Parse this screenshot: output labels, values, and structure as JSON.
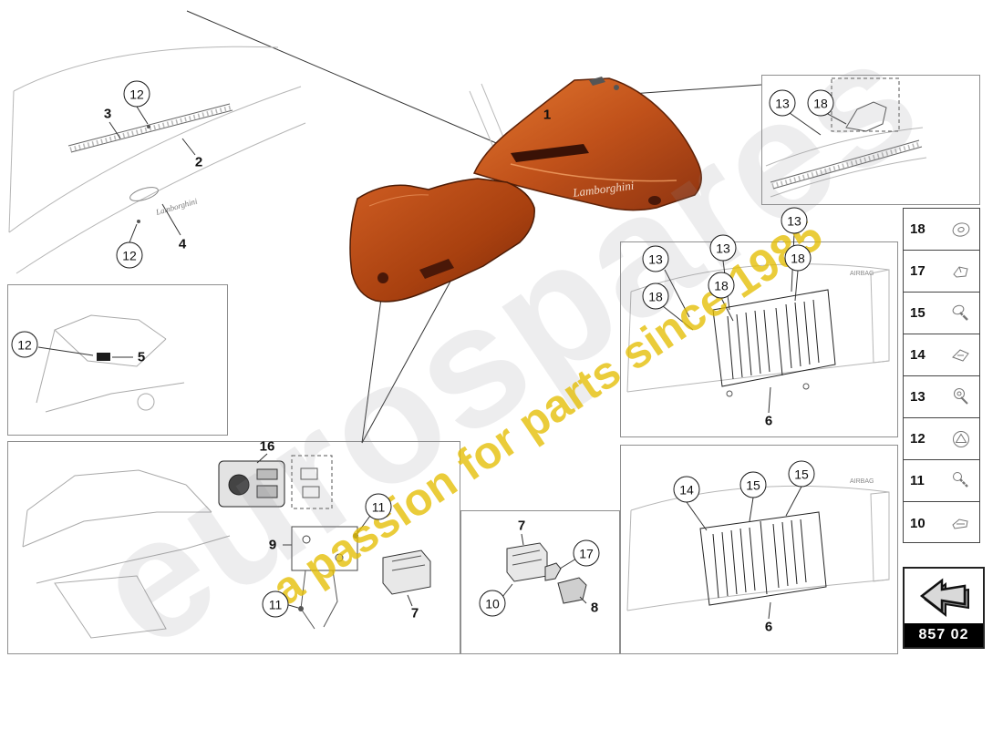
{
  "page": {
    "part_code": "857 02"
  },
  "watermark": {
    "brand": "eurospares",
    "tagline": "a passion for parts since 1985"
  },
  "emblem": {
    "script": "Lamborghini"
  },
  "panel_labels": {
    "airbag": "AIRBAG"
  },
  "legend": {
    "items": [
      {
        "number": "18",
        "icon": "grommet-icon"
      },
      {
        "number": "17",
        "icon": "clip-icon"
      },
      {
        "number": "15",
        "icon": "screw-washer-icon"
      },
      {
        "number": "14",
        "icon": "retainer-clip-icon"
      },
      {
        "number": "13",
        "icon": "nut-fastener-icon"
      },
      {
        "number": "12",
        "icon": "trim-fastener-icon"
      },
      {
        "number": "11",
        "icon": "screw-icon"
      },
      {
        "number": "10",
        "icon": "bracket-clip-icon"
      }
    ]
  },
  "callouts": {
    "main": [
      "1"
    ],
    "top_left_view": [
      "12",
      "3",
      "2",
      "4",
      "12"
    ],
    "left_view": [
      "12",
      "5"
    ],
    "switch_view": [
      "16",
      "11",
      "9",
      "11",
      "7"
    ],
    "small_parts_view": [
      "7",
      "17",
      "10",
      "8"
    ],
    "top_right_view": [
      "13",
      "18"
    ],
    "center_vent_view": [
      "13",
      "13",
      "13",
      "18",
      "18",
      "18",
      "6"
    ],
    "lower_vent_view": [
      "14",
      "15",
      "15",
      "6"
    ]
  }
}
